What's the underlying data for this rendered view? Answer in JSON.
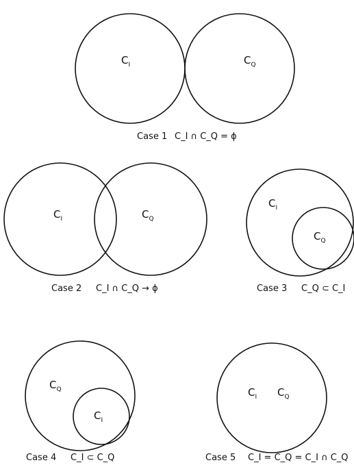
{
  "diagram": {
    "cases": [
      {
        "caption": "Case 1",
        "relation": "C_I ∩ C_Q = ϕ",
        "labels": {
          "ci": "C",
          "ci_sub": "I",
          "cq": "C",
          "cq_sub": "Q"
        }
      },
      {
        "caption": "Case 2",
        "relation": "C_I ∩ C_Q → ϕ",
        "labels": {
          "ci": "C",
          "ci_sub": "I",
          "cq": "C",
          "cq_sub": "Q"
        }
      },
      {
        "caption": "Case 3",
        "relation": "C_Q ⊂ C_I",
        "labels": {
          "ci": "C",
          "ci_sub": "I",
          "cq": "C",
          "cq_sub": "Q"
        }
      },
      {
        "caption": "Case 4",
        "relation": "C_I ⊂ C_Q",
        "labels": {
          "ci": "C",
          "ci_sub": "I",
          "cq": "C",
          "cq_sub": "Q"
        }
      },
      {
        "caption": "Case 5",
        "relation": "C_I = C_Q = C_I ∩ C_Q",
        "labels": {
          "ci": "C",
          "ci_sub": "I",
          "cq": "C",
          "cq_sub": "Q"
        }
      }
    ]
  }
}
